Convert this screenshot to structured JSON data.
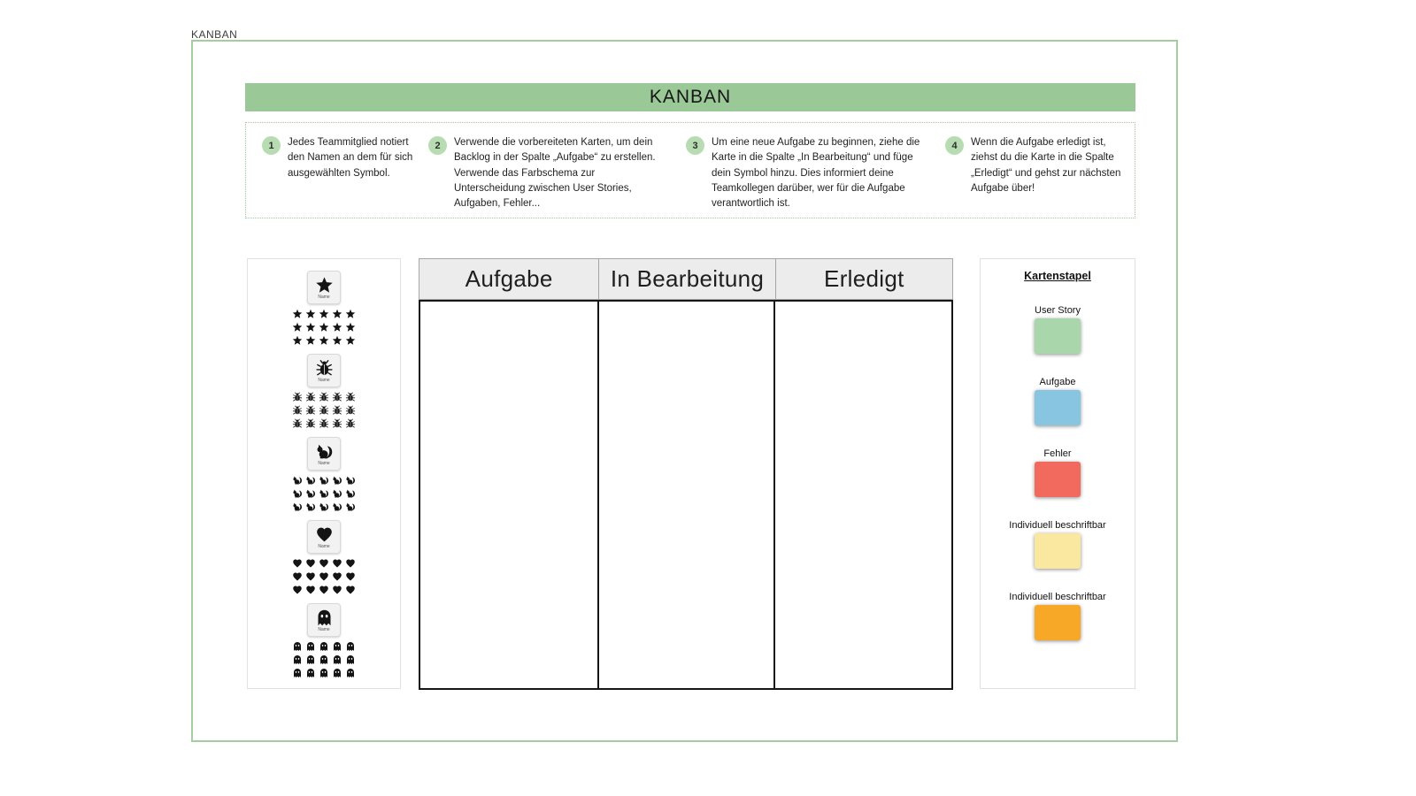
{
  "artboard_label": "KANBAN",
  "header": {
    "title": "KANBAN"
  },
  "instructions": {
    "steps": [
      {
        "number": "1",
        "text": "Jedes Teammitglied notiert den Namen an dem für sich ausgewählten Symbol."
      },
      {
        "number": "2",
        "text": "Verwende die vorbereiteten Karten, um dein Backlog in der Spalte „Aufgabe“ zu erstellen. Verwende das Farbschema zur Unterscheidung zwischen User Stories, Aufgaben, Fehler..."
      },
      {
        "number": "3",
        "text": "Um eine neue Aufgabe zu beginnen, ziehe die Karte in die Spalte „In Bearbeitung“ und füge dein Symbol hinzu. Dies informiert deine Teamkollegen darüber, wer für die Aufgabe verantwortlich ist."
      },
      {
        "number": "4",
        "text": "Wenn die Aufgabe erledigt ist, ziehst du die Karte in die Spalte „Erledigt“ und gehst zur nächsten Aufgabe über!"
      }
    ]
  },
  "symbols_panel": {
    "groups": [
      {
        "symbol": "star",
        "icon": "star-icon",
        "name_label": "Name",
        "count": 15
      },
      {
        "symbol": "bug",
        "icon": "bug-icon",
        "name_label": "Name",
        "count": 15
      },
      {
        "symbol": "squirrel",
        "icon": "squirrel-icon",
        "name_label": "Name",
        "count": 15
      },
      {
        "symbol": "heart",
        "icon": "heart-icon",
        "name_label": "Name",
        "count": 15
      },
      {
        "symbol": "ghost",
        "icon": "ghost-icon",
        "name_label": "Name",
        "count": 15
      }
    ]
  },
  "board": {
    "columns": [
      {
        "label": "Aufgabe"
      },
      {
        "label": "In Bearbeitung"
      },
      {
        "label": "Erledigt"
      }
    ]
  },
  "card_stack": {
    "title": "Kartenstapel",
    "cards": [
      {
        "label": "User Story",
        "color": "#a9d7ab"
      },
      {
        "label": "Aufgabe",
        "color": "#87c5e1"
      },
      {
        "label": "Fehler",
        "color": "#f2695e"
      },
      {
        "label": "Individuell beschriftbar",
        "color": "#fae8a0"
      },
      {
        "label": "Individuell beschriftbar",
        "color": "#f8a827"
      }
    ]
  },
  "colors": {
    "header_green": "#9ac997",
    "step_circle_green": "#b7dcb2",
    "frame_border_green": "#a5cda3",
    "table_header_bg": "#ececec"
  }
}
